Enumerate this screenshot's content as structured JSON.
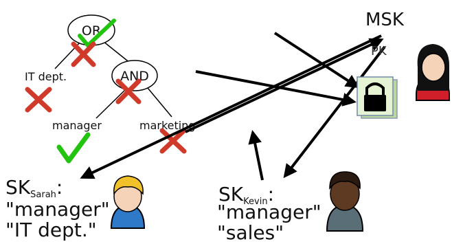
{
  "tree": {
    "root": "OR",
    "node_and": "AND",
    "leaf_it": "IT dept.",
    "leaf_manager": "manager",
    "leaf_marketing": "marketing"
  },
  "keys": {
    "msk": "MSK",
    "pk": "PK"
  },
  "users": {
    "sarah": {
      "key_prefix": "SK",
      "key_subscript": "Sarah",
      "attr1": "\"manager\"",
      "attr2": "\"IT dept.\""
    },
    "kevin": {
      "key_prefix": "SK",
      "key_subscript": "Kevin",
      "attr1": "\"manager\"",
      "attr2": "\"sales\""
    }
  },
  "icons": [
    "check-icon",
    "cross-icon",
    "padlock-icon",
    "user-female-icon",
    "user-male-blonde-icon",
    "user-male-dark-icon"
  ],
  "colors": {
    "check": "#22c40f",
    "cross": "#d03a2a",
    "arrow": "#000000",
    "lock_bg": "#d8ecc0"
  }
}
